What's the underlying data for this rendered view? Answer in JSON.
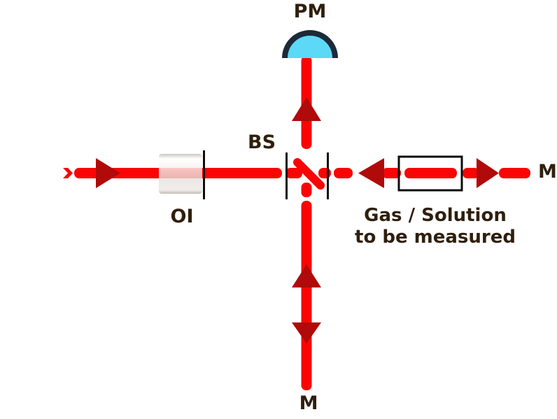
{
  "diagram": {
    "labels": {
      "photodetector": "PM",
      "beam_splitter": "BS",
      "optical_isolator": "OI",
      "mirror_right": "M",
      "mirror_bottom": "M",
      "sample_line1": "Gas / Solution",
      "sample_line2": "to be measured"
    },
    "colors": {
      "beam": "#f90505",
      "arrow": "#b00a0a",
      "label_text": "#2f1f0d",
      "detector_fill": "#5bd9f7",
      "detector_stroke": "#1c2a38",
      "line_black": "#0d0d0d",
      "background": "#ffffff"
    }
  }
}
